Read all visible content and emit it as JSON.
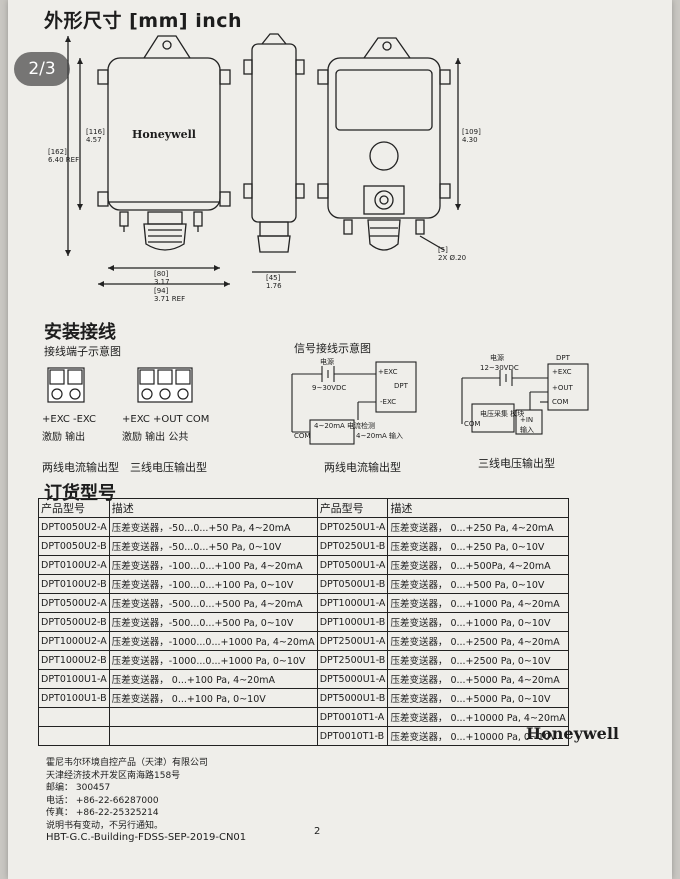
{
  "viewer": {
    "page_indicator": "2/3"
  },
  "dimensions": {
    "title": "外形尺寸 [mm] inch",
    "front_logo": "Honeywell",
    "dims": {
      "front_height_mm": "[116]",
      "front_height_in": "4.57",
      "overall_height_mm": "[162]",
      "overall_height_in": "6.40 REF",
      "front_width_mm": "[80]",
      "front_width_in": "3.17",
      "overall_width_mm": "[94]",
      "overall_width_in": "3.71 REF",
      "side_depth_mm": "[45]",
      "side_depth_in": "1.76",
      "rear_height_mm": "[109]",
      "rear_height_in": "4.30",
      "mount_hole_mm": "[5]",
      "mount_hole_in": "2X Ø.20"
    }
  },
  "wiring": {
    "title": "安装接线",
    "terminal_title": "接线端子示意图",
    "two_wire_terminals": "+EXC -EXC",
    "two_wire_functions": "激励 输出",
    "three_wire_terminals": "+EXC +OUT COM",
    "three_wire_functions": "激励 输出 公共",
    "two_wire_model": "两线电流输出型",
    "three_wire_model": "三线电压输出型",
    "signal_title": "信号接线示意图",
    "power_label": "电源",
    "voltage_a": "9~30VDC",
    "voltage_b": "12~30VDC",
    "exc_plus": "+EXC",
    "exc_minus": "-EXC",
    "out_plus": "+OUT",
    "dpt": "DPT",
    "com": "COM",
    "current_detect": "4~20mA 电流检测",
    "current_input": "4~20mA 输入",
    "voltage_module": "电压采集 模块",
    "in_plus": "+IN",
    "input": "输入"
  },
  "ordering": {
    "title": "订货型号",
    "headers": [
      "产品型号",
      "描述",
      "产品型号",
      "描述"
    ],
    "rows": [
      [
        "DPT0050U2-A",
        "压差变送器，-50...0...+50 Pa, 4~20mA",
        "DPT0250U1-A",
        "压差变送器， 0...+250 Pa, 4~20mA"
      ],
      [
        "DPT0050U2-B",
        "压差变送器，-50...0...+50 Pa, 0~10V",
        "DPT0250U1-B",
        "压差变送器， 0...+250 Pa, 0~10V"
      ],
      [
        "DPT0100U2-A",
        "压差变送器，-100...0...+100 Pa, 4~20mA",
        "DPT0500U1-A",
        "压差变送器， 0...+500Pa, 4~20mA"
      ],
      [
        "DPT0100U2-B",
        "压差变送器，-100...0...+100 Pa, 0~10V",
        "DPT0500U1-B",
        "压差变送器， 0...+500 Pa, 0~10V"
      ],
      [
        "DPT0500U2-A",
        "压差变送器，-500...0...+500 Pa, 4~20mA",
        "DPT1000U1-A",
        "压差变送器， 0...+1000 Pa, 4~20mA"
      ],
      [
        "DPT0500U2-B",
        "压差变送器，-500...0...+500 Pa, 0~10V",
        "DPT1000U1-B",
        "压差变送器， 0...+1000 Pa, 0~10V"
      ],
      [
        "DPT1000U2-A",
        "压差变送器，-1000...0...+1000 Pa, 4~20mA",
        "DPT2500U1-A",
        "压差变送器， 0...+2500 Pa, 4~20mA"
      ],
      [
        "DPT1000U2-B",
        "压差变送器，-1000...0...+1000 Pa, 0~10V",
        "DPT2500U1-B",
        "压差变送器， 0...+2500 Pa, 0~10V"
      ],
      [
        "DPT0100U1-A",
        "压差变送器， 0...+100 Pa, 4~20mA",
        "DPT5000U1-A",
        "压差变送器， 0...+5000 Pa, 4~20mA"
      ],
      [
        "DPT0100U1-B",
        "压差变送器， 0...+100 Pa, 0~10V",
        "DPT5000U1-B",
        "压差变送器， 0...+5000 Pa, 0~10V"
      ],
      [
        "",
        "",
        "DPT0010T1-A",
        "压差变送器， 0...+10000 Pa, 4~20mA"
      ],
      [
        "",
        "",
        "DPT0010T1-B",
        "压差变送器， 0...+10000 Pa, 0~10V"
      ]
    ]
  },
  "footer": {
    "brand": "Honeywell",
    "company": "霍尼韦尔环境自控产品（天津）有限公司",
    "address": "天津经济技术开发区南海路158号",
    "postcode": "邮编： 300457",
    "phone": "电话： +86-22-66287000",
    "fax": "传真： +86-22-25325214",
    "notice": "说明书有变动，不另行通知。",
    "doc_code": "HBT-G.C.-Building-FDSS-SEP-2019-CN01",
    "page_number": "2"
  }
}
